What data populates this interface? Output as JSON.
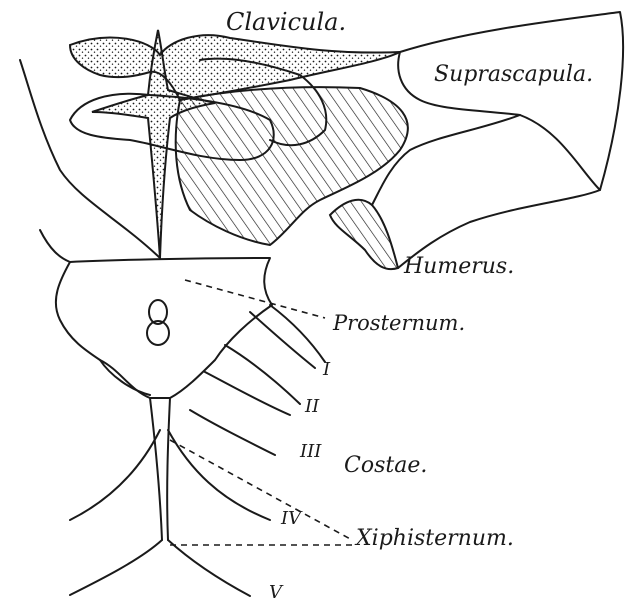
{
  "labels": {
    "clavicula": "Clavicula.",
    "suprascapula": "Suprascapula.",
    "humerus": "Humerus.",
    "prosternum": "Prosternum.",
    "costae": "Costae.",
    "xiphisternum": "Xiphisternum."
  },
  "rib_numerals": [
    "I",
    "II",
    "III",
    "IV",
    "V"
  ]
}
